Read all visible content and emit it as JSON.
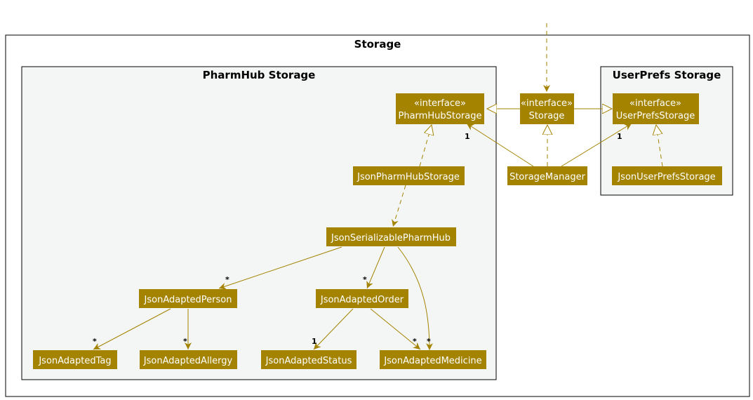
{
  "packages": {
    "storage": "Storage",
    "pharmhub": "PharmHub Storage",
    "userprefs": "UserPrefs Storage"
  },
  "nodes": {
    "pharmhub_storage": {
      "stereotype": "«interface»",
      "name": "PharmHubStorage"
    },
    "storage": {
      "stereotype": "«interface»",
      "name": "Storage"
    },
    "userprefs_storage": {
      "stereotype": "«interface»",
      "name": "UserPrefsStorage"
    },
    "json_pharmhub_storage": {
      "name": "JsonPharmHubStorage"
    },
    "storage_manager": {
      "name": "StorageManager"
    },
    "json_userprefs_storage": {
      "name": "JsonUserPrefsStorage"
    },
    "json_serializable_pharmhub": {
      "name": "JsonSerializablePharmHub"
    },
    "json_adapted_person": {
      "name": "JsonAdaptedPerson"
    },
    "json_adapted_order": {
      "name": "JsonAdaptedOrder"
    },
    "json_adapted_tag": {
      "name": "JsonAdaptedTag"
    },
    "json_adapted_allergy": {
      "name": "JsonAdaptedAllergy"
    },
    "json_adapted_status": {
      "name": "JsonAdaptedStatus"
    },
    "json_adapted_medicine": {
      "name": "JsonAdaptedMedicine"
    }
  },
  "multiplicities": {
    "manager_to_pharmhub": "1",
    "manager_to_userprefs": "1",
    "serial_to_person": "*",
    "serial_to_order": "*",
    "serial_to_medicine": "*",
    "person_to_tag": "*",
    "person_to_allergy": "*",
    "order_to_status": "1",
    "order_to_medicine": "*"
  },
  "colors": {
    "node_fill": "#A38300",
    "edge": "#A38300",
    "package_fill": "#F4F6F5",
    "package_border": "#000000"
  }
}
